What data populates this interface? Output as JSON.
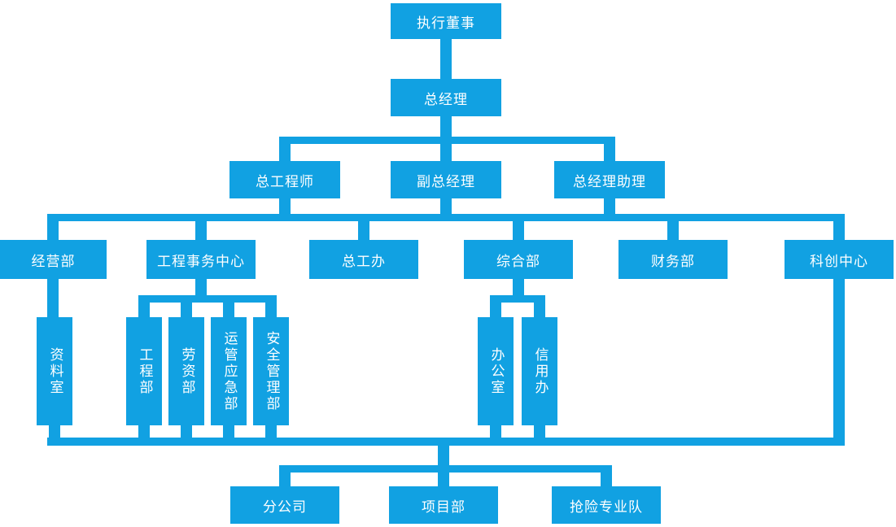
{
  "org": {
    "nodes": {
      "executive_director": {
        "label": "执行董事"
      },
      "general_manager": {
        "label": "总经理"
      },
      "chief_engineer": {
        "label": "总工程师"
      },
      "deputy_general_manager": {
        "label": "副总经理"
      },
      "gm_assistant": {
        "label": "总经理助理"
      },
      "business_dept": {
        "label": "经营部"
      },
      "engineering_affairs_center": {
        "label": "工程事务中心"
      },
      "chief_engineer_office": {
        "label": "总工办"
      },
      "general_affairs_dept": {
        "label": "综合部"
      },
      "finance_dept": {
        "label": "财务部"
      },
      "sci_tech_innovation_center": {
        "label": "科创中心"
      },
      "archives_room": {
        "label": "资料室"
      },
      "engineering_dept": {
        "label": "工程部"
      },
      "labor_wages_dept": {
        "label": "劳资部"
      },
      "operations_emergency_dept": {
        "label": "运管应急部"
      },
      "safety_management_dept": {
        "label": "安全管理部"
      },
      "office": {
        "label": "办公室"
      },
      "credit_office": {
        "label": "信用办"
      },
      "branch_company": {
        "label": "分公司"
      },
      "project_dept": {
        "label": "项目部"
      },
      "emergency_rescue_team": {
        "label": "抢险专业队"
      }
    },
    "connections": [
      {
        "from": [
          "executive_director"
        ],
        "to": [
          "general_manager"
        ]
      },
      {
        "from": [
          "general_manager"
        ],
        "to": [
          "chief_engineer",
          "deputy_general_manager",
          "gm_assistant"
        ]
      },
      {
        "from": [
          "chief_engineer",
          "deputy_general_manager",
          "gm_assistant"
        ],
        "to": [
          "business_dept",
          "engineering_affairs_center",
          "chief_engineer_office",
          "general_affairs_dept",
          "finance_dept",
          "sci_tech_innovation_center"
        ]
      },
      {
        "from": [
          "business_dept"
        ],
        "to": [
          "archives_room"
        ]
      },
      {
        "from": [
          "engineering_affairs_center"
        ],
        "to": [
          "engineering_dept",
          "labor_wages_dept",
          "operations_emergency_dept",
          "safety_management_dept"
        ]
      },
      {
        "from": [
          "general_affairs_dept"
        ],
        "to": [
          "office",
          "credit_office"
        ]
      },
      {
        "from": [
          "archives_room",
          "engineering_dept",
          "labor_wages_dept",
          "operations_emergency_dept",
          "safety_management_dept",
          "office",
          "credit_office",
          "sci_tech_innovation_center"
        ],
        "to": [
          "branch_company",
          "project_dept",
          "emergency_rescue_team"
        ]
      }
    ]
  },
  "colors": {
    "node_fill": "#11A1E2",
    "node_text": "#FFFFFF",
    "connector_color": "#11A1E2",
    "canvas_background": "#FFFFFF"
  }
}
